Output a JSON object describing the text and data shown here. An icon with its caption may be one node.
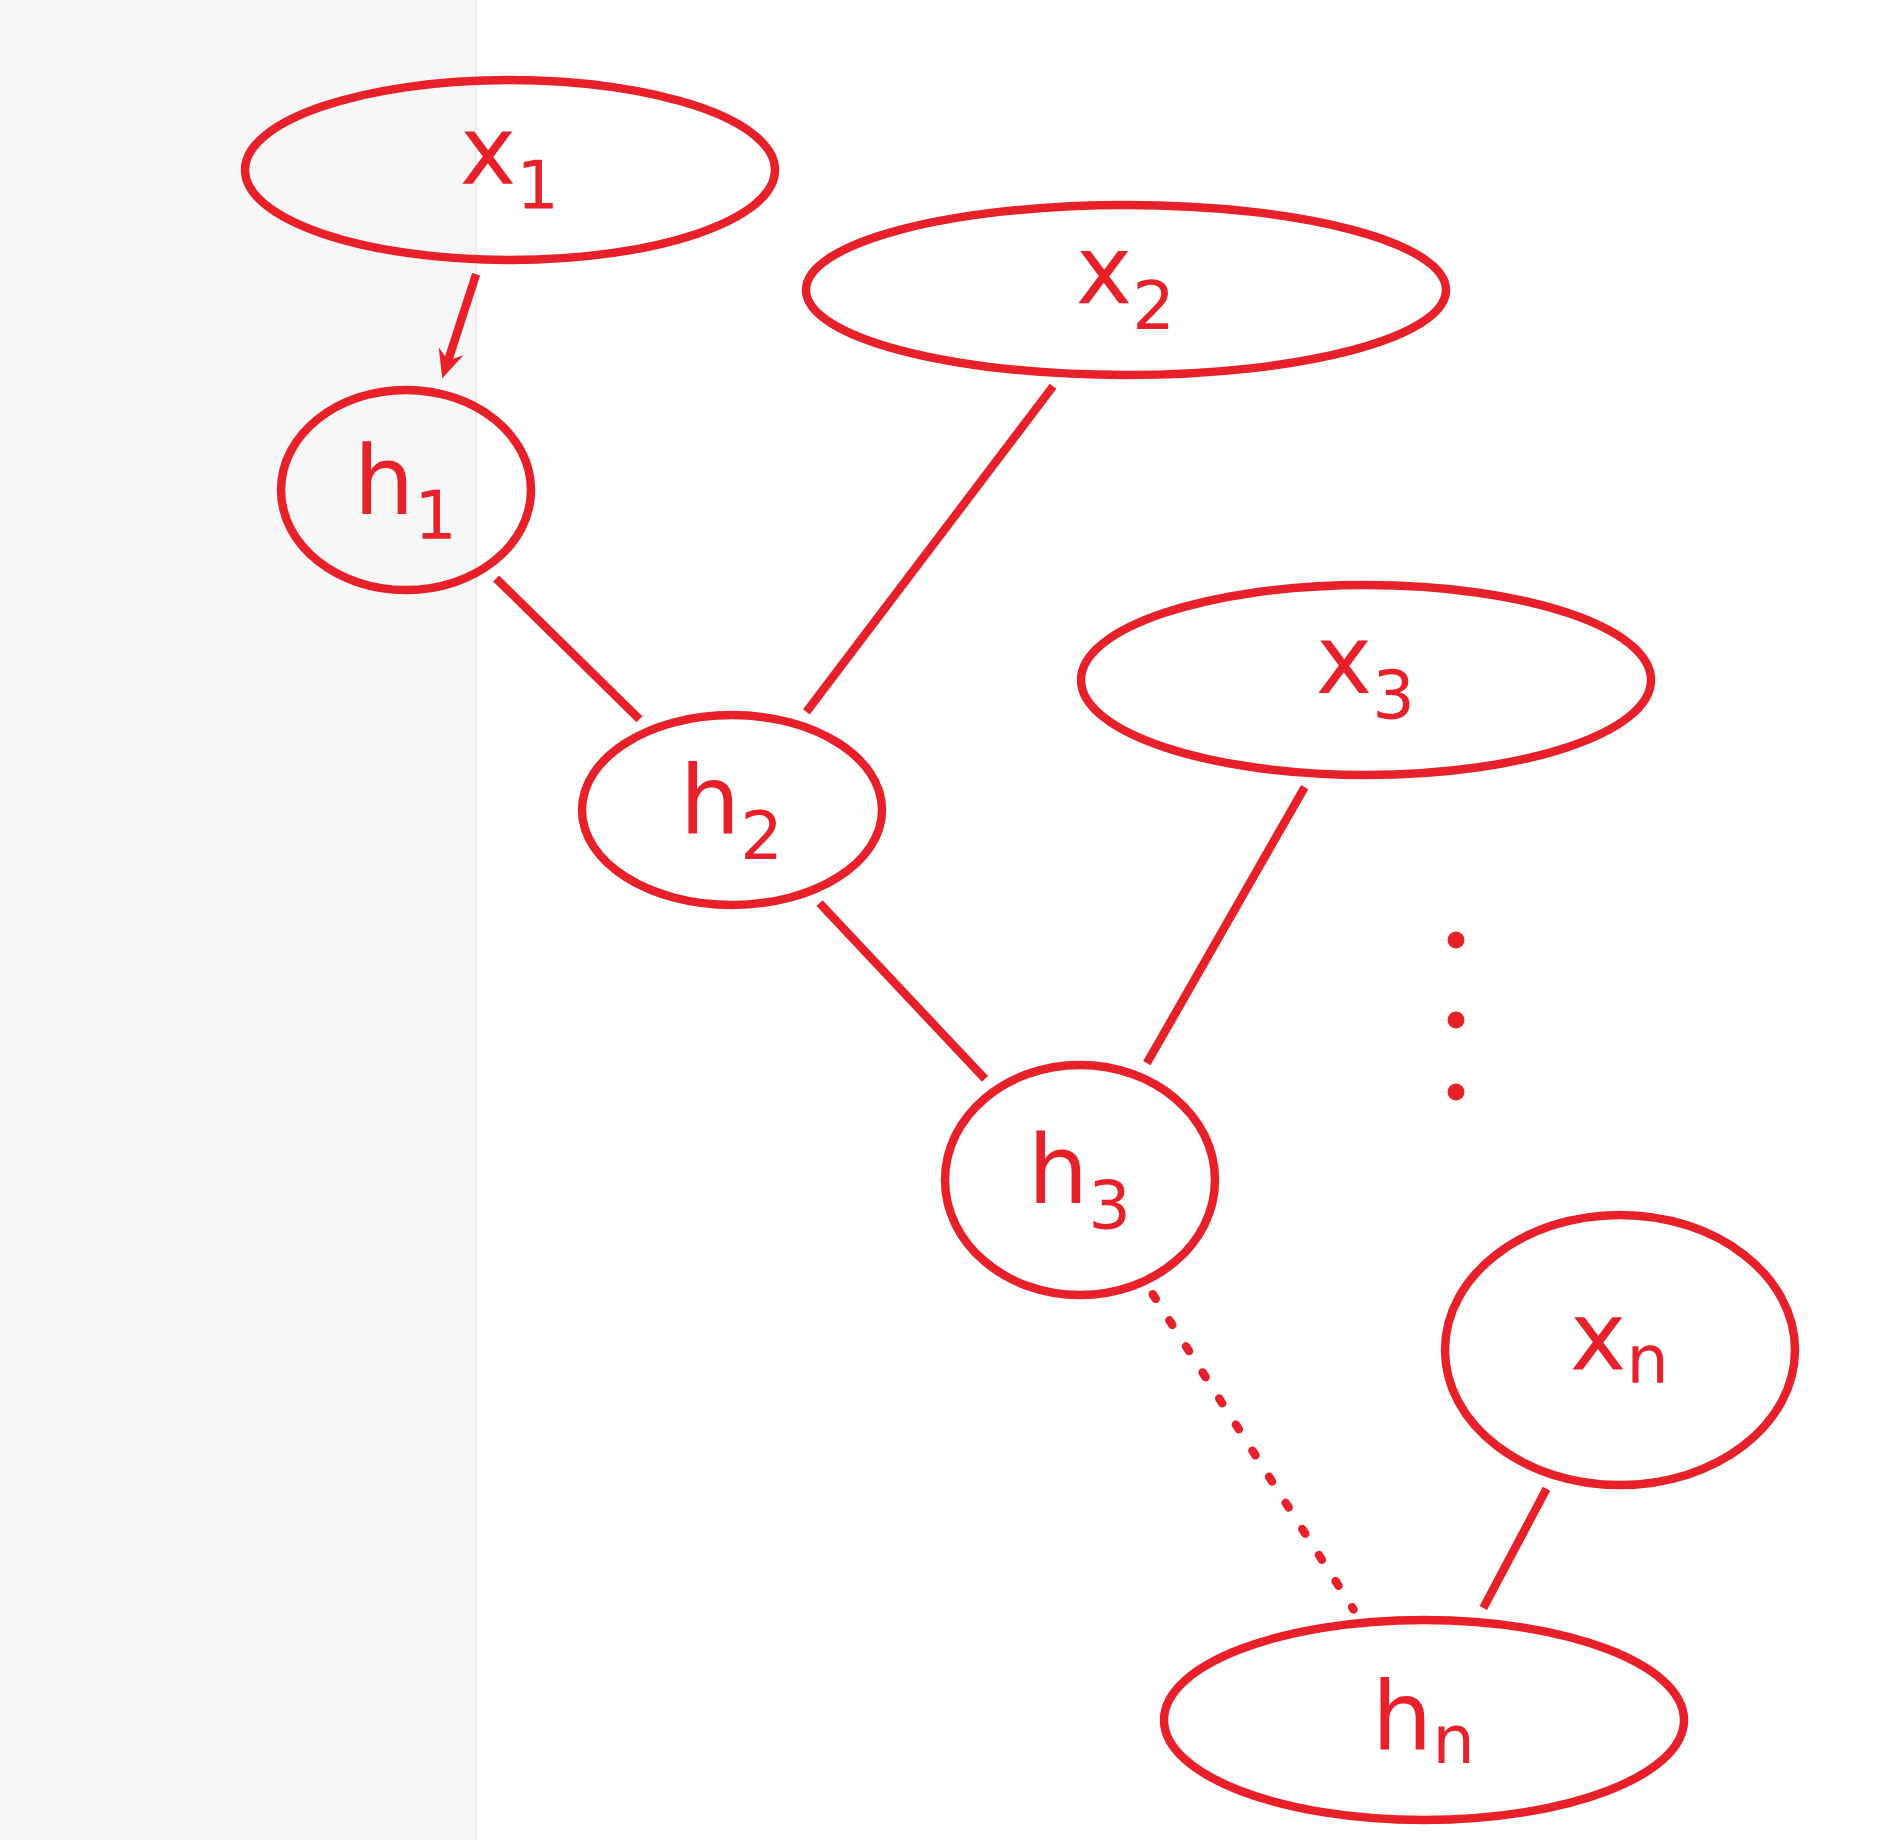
{
  "diagram": {
    "nodes": [
      {
        "text": [
          "x$_{1}$"
        ]
      },
      {
        "text": [
          "x$_{2}$"
        ]
      },
      {
        "text": [
          "h$_{1}$"
        ]
      },
      {
        "text": [
          "h$_{2}$"
        ]
      },
      {
        "text": [
          "x$_{3}$"
        ]
      },
      {
        "text": [
          "h$_{3}$"
        ]
      },
      {
        "text": [
          "x$_{n}$"
        ]
      },
      {
        "text": [
          "h$_{n}$"
        ]
      }
    ],
    "edges": [
      {
        "from": 0,
        "to": 2,
        "arrow": "to"
      },
      {
        "from": 2,
        "to": 3,
        "arrow": "none"
      },
      {
        "from": 1,
        "to": 3,
        "arrow": "none"
      },
      {
        "from": 3,
        "to": 5,
        "arrow": "none"
      },
      {
        "from": 4,
        "to": 5,
        "arrow": "none"
      },
      {
        "from": 5,
        "to": 7,
        "arrow": "none",
        "style": "dashed"
      },
      {
        "from": 6,
        "to": 7,
        "arrow": "none"
      }
    ]
  }
}
